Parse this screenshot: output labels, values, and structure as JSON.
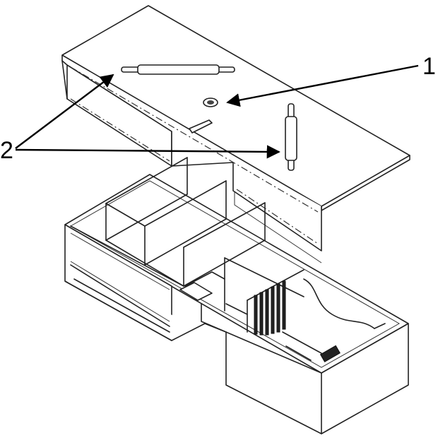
{
  "diagram": {
    "callouts": [
      {
        "id": "callout-1",
        "label": "1"
      },
      {
        "id": "callout-2",
        "label": "2"
      }
    ],
    "colors": {
      "line": "#222222",
      "background": "#ffffff",
      "arrow": "#000000"
    }
  }
}
